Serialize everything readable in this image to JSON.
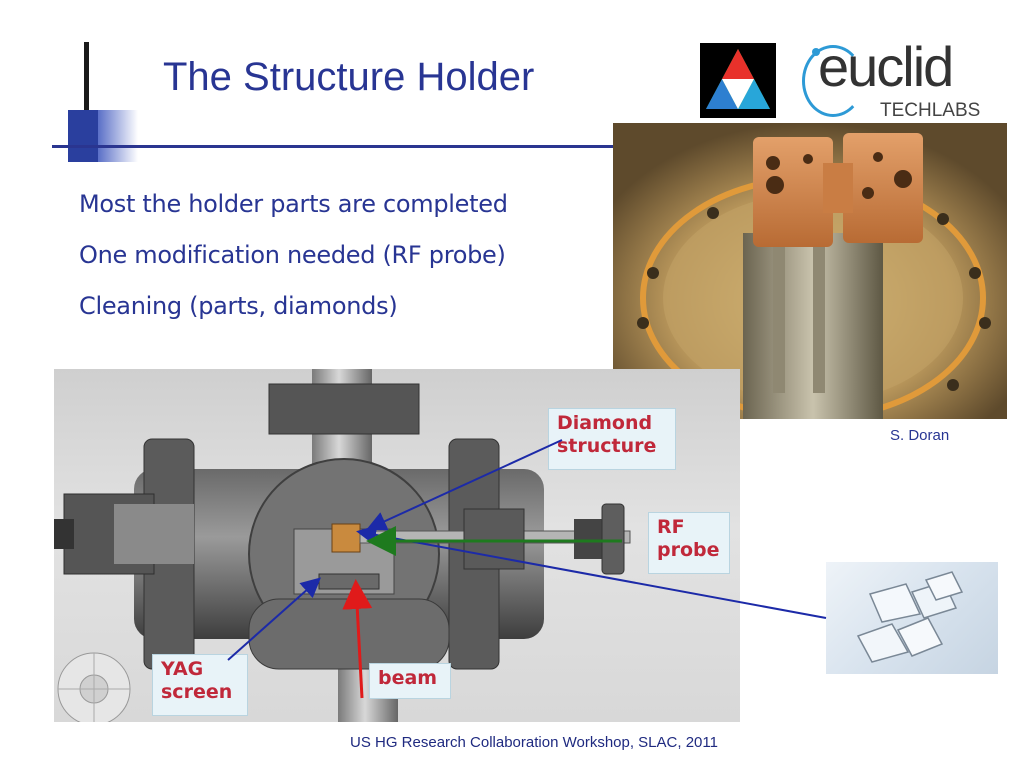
{
  "slide": {
    "title": "The Structure Holder",
    "bullets": [
      "Most the holder parts are completed",
      "One modification needed (RF probe)",
      "Cleaning (parts, diamonds)"
    ],
    "photo_credit": "S. Doran",
    "footer": "US HG Research Collaboration Workshop, SLAC, 2011"
  },
  "logos": {
    "euclid_word": "euclid",
    "euclid_sub": "TECHLABS"
  },
  "labels": {
    "diamond_structure": [
      "Diamond",
      "structure"
    ],
    "rf_probe": [
      "RF",
      "probe"
    ],
    "yag_screen": [
      "YAG",
      "screen"
    ],
    "beam": "beam"
  },
  "colors": {
    "title": "#283593",
    "label_text": "#c0283a",
    "arrow_blue": "#1c2aa8",
    "arrow_red": "#e01a1a",
    "rf_green": "#1e7a1e"
  }
}
